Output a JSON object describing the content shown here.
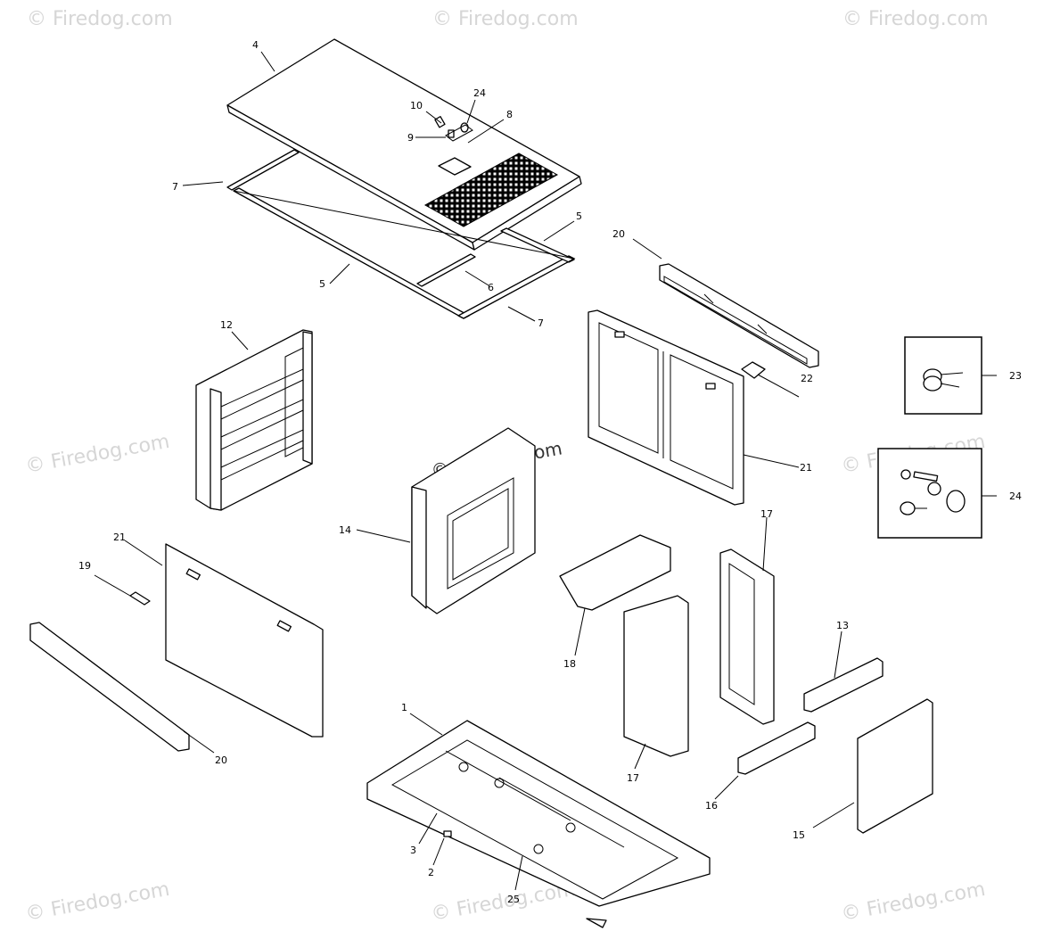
{
  "watermarks": {
    "text": "© Firedog.com",
    "center_text": "© Firedog.com"
  },
  "callouts": {
    "c1": "1",
    "c2": "2",
    "c3": "3",
    "c4": "4",
    "c5a": "5",
    "c5b": "5",
    "c6": "6",
    "c7a": "7",
    "c7b": "7",
    "c8": "8",
    "c9": "9",
    "c10": "10",
    "c12": "12",
    "c13": "13",
    "c14": "14",
    "c15": "15",
    "c16": "16",
    "c17a": "17",
    "c17b": "17",
    "c18": "18",
    "c19": "19",
    "c20a": "20",
    "c20b": "20",
    "c21a": "21",
    "c21b": "21",
    "c22": "22",
    "c23": "23",
    "c24a": "24",
    "c24b": "24",
    "c25": "25"
  }
}
